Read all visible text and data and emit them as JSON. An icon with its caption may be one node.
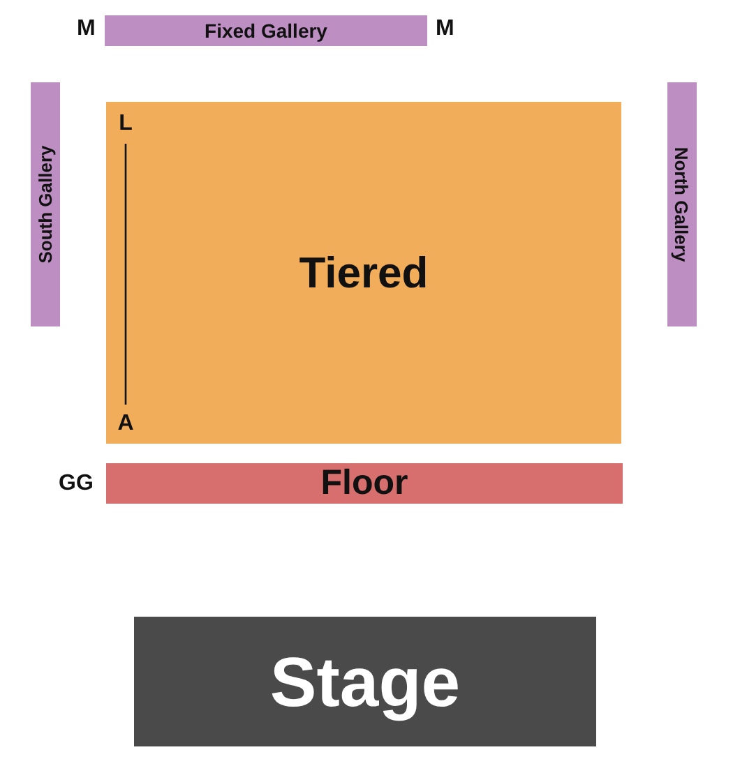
{
  "diagram": {
    "nodes": [
      {
        "text": [
          "Fixed Gallery"
        ]
      },
      {
        "text": [
          "South Gallery"
        ]
      },
      {
        "text": [
          "Tiered"
        ]
      },
      {
        "text": [
          "L"
        ],
        "in": 2
      },
      {
        "text": [
          "A"
        ],
        "in": 2
      },
      {
        "text": [
          "North Gallery"
        ]
      },
      {
        "text": [
          "Floor"
        ]
      },
      {
        "text": [
          "Stage"
        ]
      }
    ],
    "edges": [
      {
        "from": 3,
        "to": 4,
        "arrow": "none"
      }
    ],
    "labels": [
      "M",
      "M",
      "GG"
    ]
  }
}
